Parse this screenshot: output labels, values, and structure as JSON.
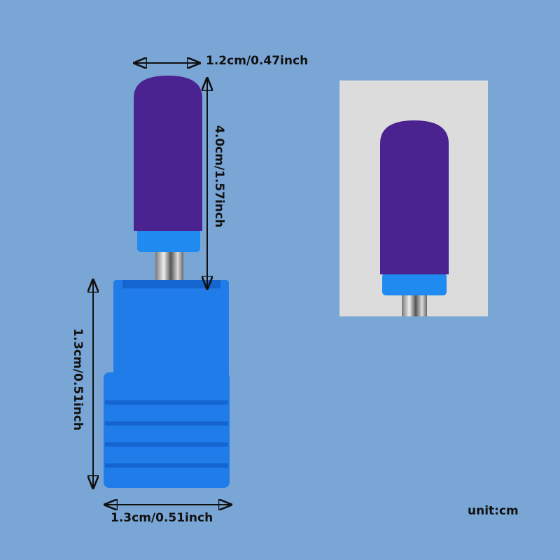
{
  "dimensions": {
    "head_width": "1.2cm/0.47inch",
    "head_length": "4.0cm/1.57inch",
    "base_height": "1.3cm/0.51inch",
    "base_width": "1.3cm/0.51inch"
  },
  "unit_label": "unit:cm",
  "colors": {
    "background": "#7aa6d6",
    "head": "#4a2391",
    "base": "#1f7ce8",
    "inset_bg": "#dcdcdc"
  }
}
